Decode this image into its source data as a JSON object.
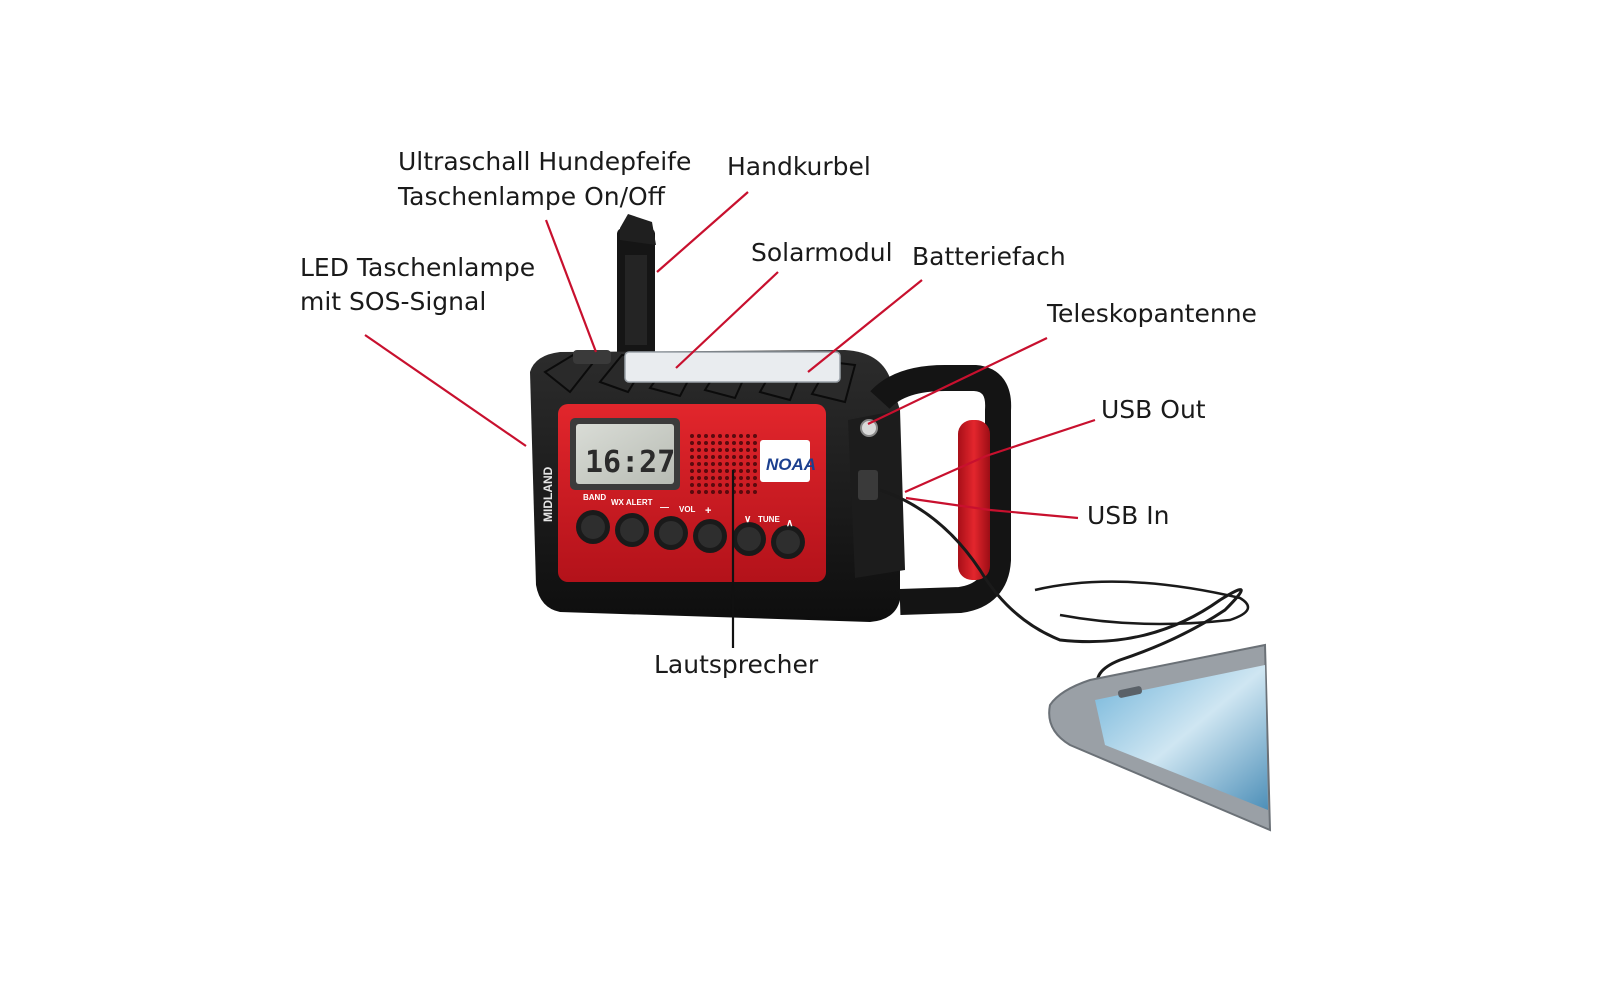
{
  "labels": {
    "whistle_line1": "Ultraschall Hundepfeife",
    "whistle_line2": "Taschenlampe On/Off",
    "crank": "Handkurbel",
    "led_line1": "LED Taschenlampe",
    "led_line2": "mit SOS-Signal",
    "solar": "Solarmodul",
    "battery": "Batteriefach",
    "antenna": "Teleskopantenne",
    "usb_out": "USB Out",
    "usb_in": "USB In",
    "speaker": "Lautsprecher"
  },
  "device": {
    "brand": "MIDLAND",
    "display_time": "16:27",
    "noaa_badge": "NOAA",
    "button_labels": {
      "band": "BAND",
      "wx_alert": "WX ALERT",
      "vol": "VOL",
      "minus": "—",
      "plus": "+",
      "tune": "TUNE",
      "down": "∨",
      "up": "∧"
    }
  },
  "colors": {
    "leader_line": "#c8102e",
    "speaker_line": "#111111",
    "radio_red": "#d71920",
    "radio_black": "#1b1b1b"
  }
}
